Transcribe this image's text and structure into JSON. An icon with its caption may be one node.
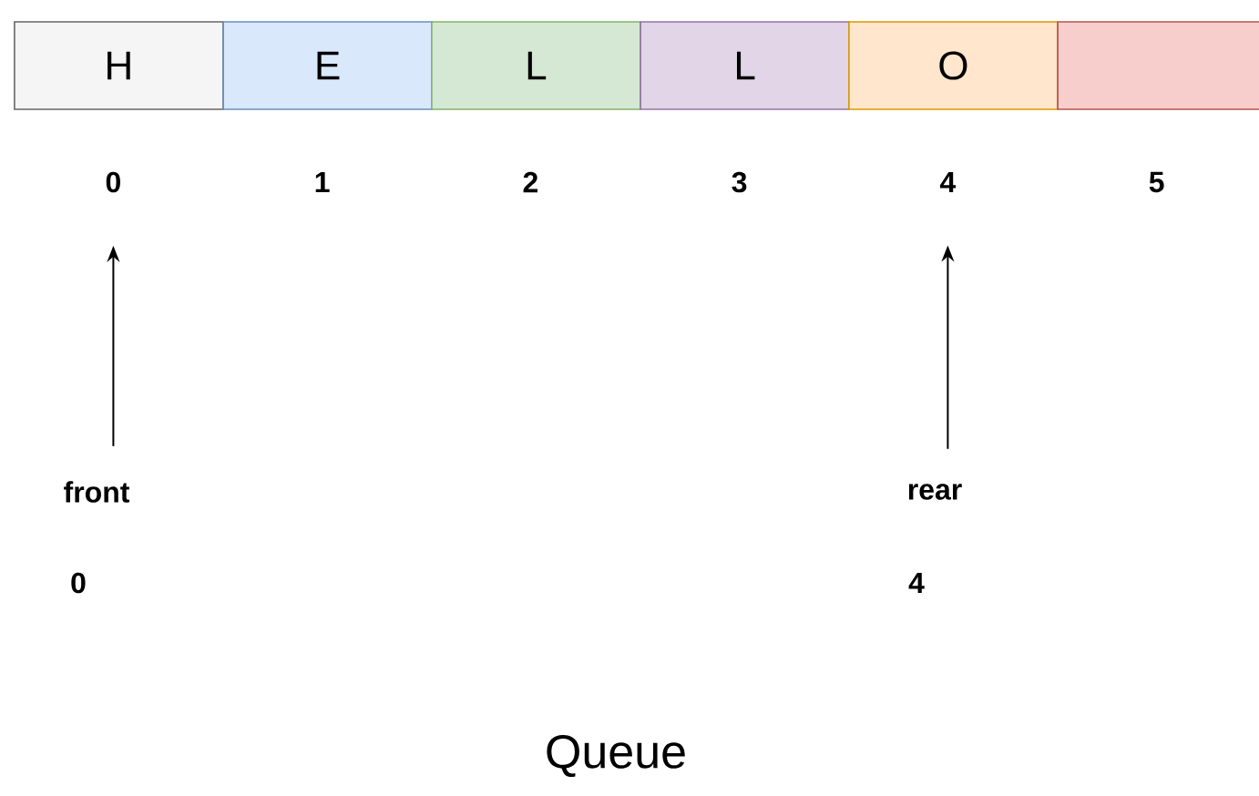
{
  "diagram": {
    "caption": "Queue",
    "nodes": [
      {
        "text": [
          "H"
        ]
      },
      {
        "text": [
          "E"
        ]
      },
      {
        "text": [
          "L"
        ]
      },
      {
        "text": [
          "L"
        ]
      },
      {
        "text": [
          "O"
        ]
      },
      {
        "text": [],
        "shape": "box"
      },
      {
        "text": [
          "0"
        ]
      },
      {
        "text": [
          "1"
        ]
      },
      {
        "text": [
          "2"
        ]
      },
      {
        "text": [
          "3"
        ]
      },
      {
        "text": [
          "4"
        ]
      },
      {
        "text": [
          "5"
        ]
      },
      {
        "text": [
          "front"
        ],
        "beside": [
          "0"
        ]
      },
      {
        "text": [
          "rear"
        ],
        "beside": [
          "4"
        ]
      }
    ],
    "edges": [
      {
        "from": 12,
        "to": 6,
        "arrow": "to"
      },
      {
        "from": 13,
        "to": 10,
        "arrow": "to"
      }
    ]
  }
}
